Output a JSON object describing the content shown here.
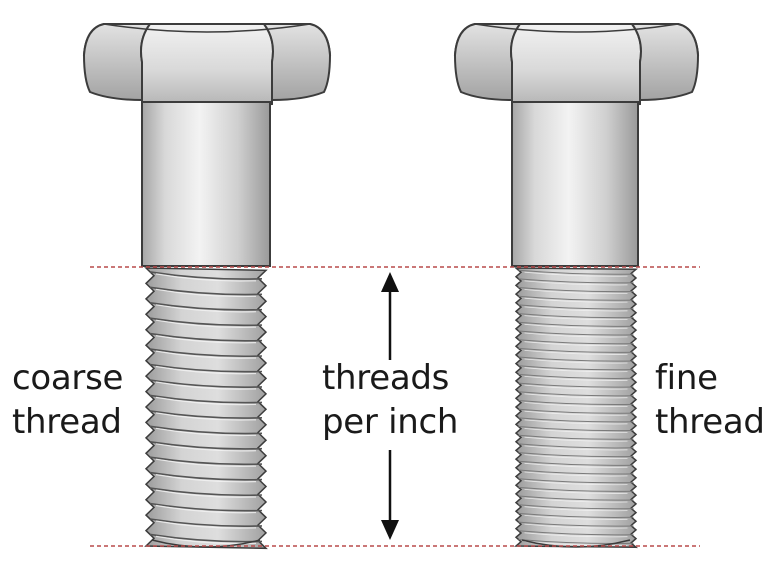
{
  "labels": {
    "coarse": [
      "coarse",
      "thread"
    ],
    "tpi": [
      "threads",
      "per inch"
    ],
    "fine": [
      "fine",
      "thread"
    ]
  },
  "bolts": [
    {
      "name": "coarse",
      "thread_count": 18
    },
    {
      "name": "fine",
      "thread_count": 32
    }
  ],
  "colors": {
    "guide_line": "#b84a4a",
    "steel_light": "#eeeeee",
    "steel_mid": "#c9c9c9",
    "steel_dark": "#8d8d8d",
    "outline": "#3c3c3c",
    "arrow": "#111111",
    "text": "#1a1a1a"
  }
}
